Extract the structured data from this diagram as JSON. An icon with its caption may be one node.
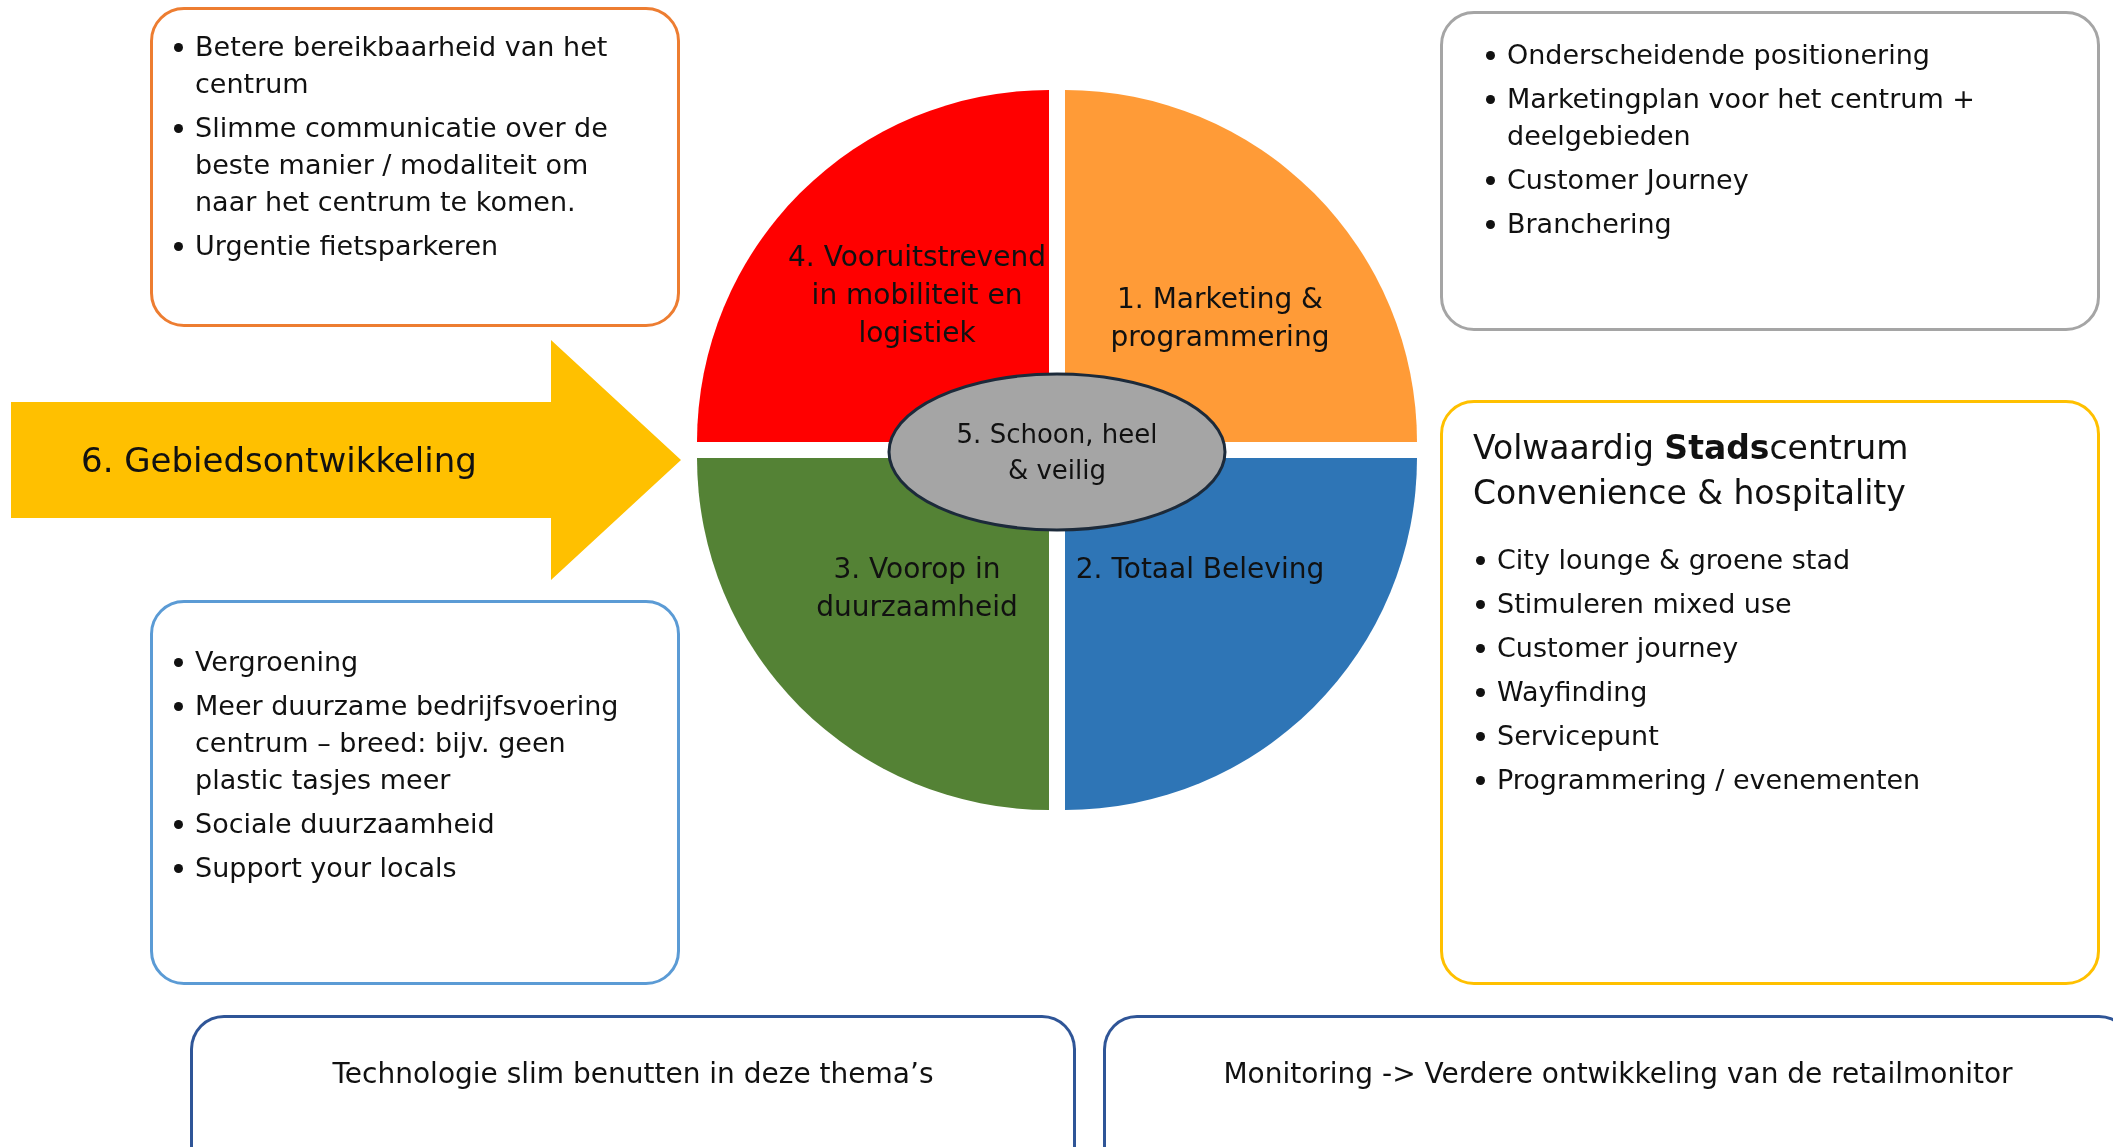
{
  "diagram": {
    "nodes": [
      {
        "text": [
          "Betere bereikbaarheid van het centrum",
          "Slimme communicatie over de beste manier / modaliteit om naar het centrum te komen.",
          "Urgentie fietsparkeren"
        ]
      },
      {
        "text": [
          "Onderscheidende positionering",
          "Marketingplan voor het centrum + deelgebieden",
          "Customer Journey",
          "Branchering"
        ]
      },
      {
        "text": [
          "4. Vooruitstrevend in mobiliteit en logistiek"
        ]
      },
      {
        "text": [
          "1. Marketing & programmering"
        ]
      },
      {
        "text": [
          "6. Gebiedsontwikkeling"
        ]
      },
      {
        "text": [
          "5. Schoon, heel & veilig"
        ]
      },
      {
        "text": [
          "Volwaardig **Stads**centrum",
          "Convenience & hospitality",
          "City lounge & groene stad",
          "Stimuleren mixed use",
          "Customer journey",
          "Wayfinding",
          "Servicepunt",
          "Programmering / evenementen"
        ]
      },
      {
        "text": [
          "Vergroening",
          "Meer duurzame bedrijfsvoering centrum – breed: bijv. geen plastic tasjes meer",
          "Sociale duurzaamheid",
          "Support your locals"
        ]
      },
      {
        "text": [
          "3. Voorop in duurzaamheid"
        ]
      },
      {
        "text": [
          "2. Totaal Beleving"
        ]
      },
      {
        "text": [
          "Technologie slim benutten in deze thema’s"
        ]
      },
      {
        "text": [
          "Monitoring -> Verdere ontwikkeling van de retailmonitor"
        ]
      }
    ]
  }
}
